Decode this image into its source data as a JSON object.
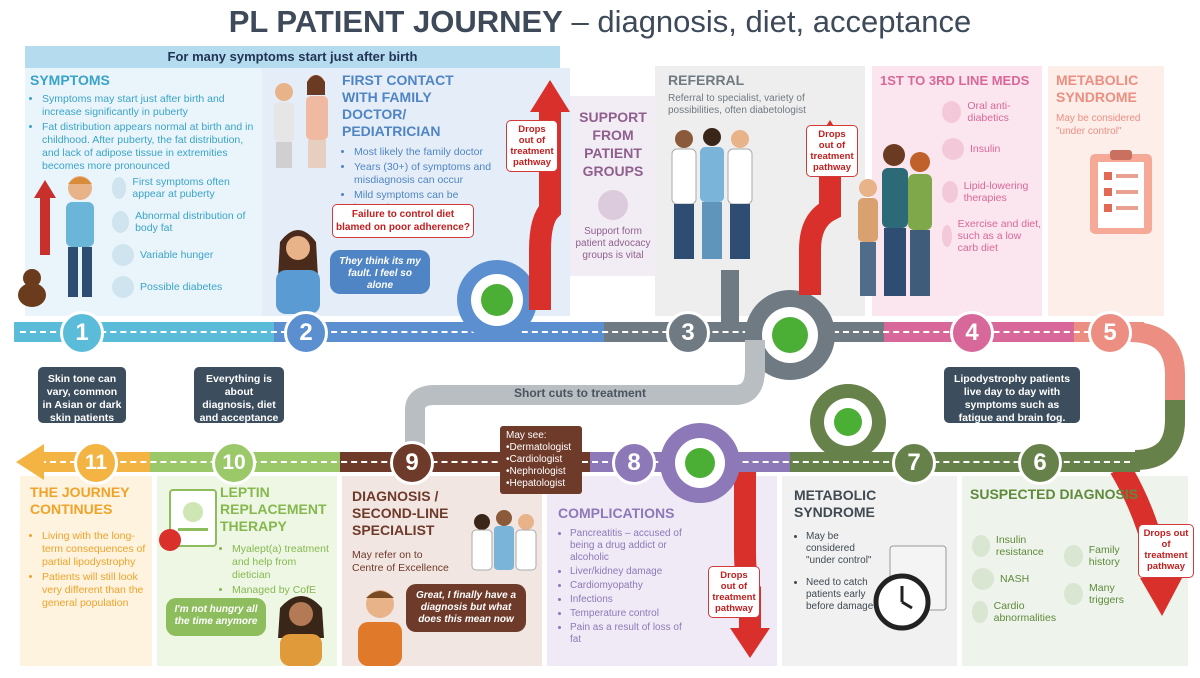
{
  "title": {
    "bold": "PL PATIENT JOURNEY",
    "rest": " – diagnosis, diet, acceptance"
  },
  "banner": "For many symptoms start just after birth",
  "symptoms": {
    "heading": "SYMPTOMS",
    "bullets": [
      "Symptoms may start just after birth and increase significantly in puberty",
      "Fat distribution appears normal at birth and in childhood. After puberty, the fat distribution, and lack of adipose tissue in extremities becomes more pronounced"
    ],
    "icons": [
      "First symptoms often appear at puberty",
      "Abnormal distribution of body fat",
      "Variable hunger",
      "Possible diabetes"
    ]
  },
  "first_contact": {
    "heading": "FIRST CONTACT WITH FAMILY DOCTOR/ PEDIATRICIAN",
    "bullets": [
      "Most likely the family doctor",
      "Years (30+) of symptoms and misdiagnosis can occur",
      "Mild symptoms can be ignored"
    ],
    "warning": "Failure to control diet blamed on poor adherence?",
    "quote": "They think its my fault. I feel so alone"
  },
  "drops": "Drops out of treatment pathway",
  "support": {
    "heading": "SUPPORT FROM PATIENT GROUPS",
    "text": "Support form patient advocacy groups is vital"
  },
  "referral": {
    "heading": "REFERRAL",
    "text": "Referral to specialist, variety of possibilities, often diabetologist"
  },
  "meds": {
    "heading": "1ST TO 3RD LINE MEDS",
    "items": [
      "Oral anti-diabetics",
      "Insulin",
      "Lipid-lowering therapies",
      "Exercise and diet, such as a low carb diet"
    ]
  },
  "metabolic_top": {
    "heading": "METABOLIC SYNDROME",
    "text": "May be considered \"under control\""
  },
  "numbers": [
    "1",
    "2",
    "3",
    "4",
    "5",
    "6",
    "7",
    "8",
    "9",
    "10",
    "11"
  ],
  "notes": {
    "skin": "Skin tone can vary, common in Asian or dark skin patients",
    "everything": "Everything is about diagnosis, diet and acceptance",
    "lipo": "Lipodystrophy patients live day to day with symptoms such as fatigue and brain fog."
  },
  "shortcuts": "Short cuts to treatment",
  "may_see": {
    "title": "May see:",
    "items": [
      "•Dermatologist",
      "•Cardiologist",
      "•Nephrologist",
      "•Hepatologist"
    ]
  },
  "journey": {
    "heading": "THE JOURNEY CONTINUES",
    "bullets": [
      "Living with the long-term consequences of partial lipodystrophy",
      "Patients will still look very different than the general population"
    ]
  },
  "leptin": {
    "heading": "LEPTIN REPLACEMENT THERAPY",
    "bullets": [
      "Myalept(a) treatment and help from dietician",
      "Managed by CofE"
    ],
    "quote": "I'm not hungry all the time anymore"
  },
  "diagnosis": {
    "heading": "DIAGNOSIS / SECOND-LINE SPECIALIST",
    "text": "May refer on to Centre of Excellence",
    "quote": "Great, I finally have a diagnosis but what does this mean now"
  },
  "complications": {
    "heading": "COMPLICATIONS",
    "bullets": [
      "Pancreatitis – accused of being a drug addict or alcoholic",
      "Liver/kidney damage",
      "Cardiomyopathy",
      "Infections",
      "Temperature control",
      "Pain as a result of loss of fat"
    ]
  },
  "metabolic_bottom": {
    "heading": "METABOLIC SYNDROME",
    "bullets": [
      "May be considered \"under control\"",
      "Need to catch patients early before damage"
    ]
  },
  "suspected": {
    "heading": "SUSPECTED DIAGNOSIS",
    "items": [
      "Insulin resistance",
      "NASH",
      "Cardio abnormalities",
      "Family history",
      "Many triggers"
    ]
  },
  "colors": {
    "symptoms": "#5bbcd9",
    "first": "#5b8fd0",
    "gray": "#6f7a82",
    "pink": "#d9689a",
    "salmon": "#ec8f82",
    "green": "#66824a",
    "purple": "#8e79b8",
    "brown": "#6e3a2a",
    "lightgreen": "#9bc96a",
    "orange": "#f4b443",
    "red": "#d9302c"
  }
}
